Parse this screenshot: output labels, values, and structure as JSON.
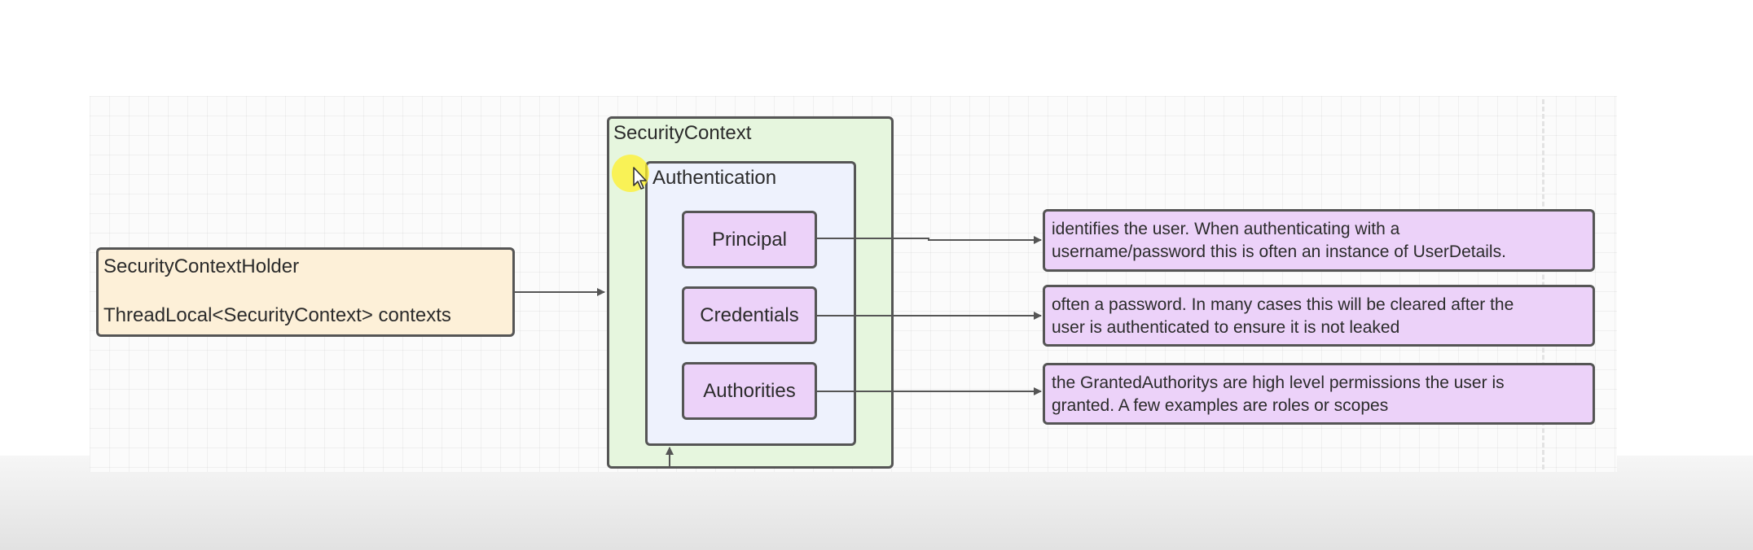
{
  "diagram": {
    "holder": {
      "title": "SecurityContextHolder",
      "field": "ThreadLocal<SecurityContext> contexts"
    },
    "security_context": {
      "title": "SecurityContext"
    },
    "authentication": {
      "title": "Authentication"
    },
    "items": [
      {
        "label": "Principal"
      },
      {
        "label": "Credentials"
      },
      {
        "label": "Authorities"
      }
    ],
    "notes": [
      {
        "line1": "identifies the user. When authenticating with a",
        "line2": "username/password this is often an instance of UserDetails."
      },
      {
        "line1": "often a password. In many cases this will be cleared after the",
        "line2": "user is authenticated to ensure it is not leaked"
      },
      {
        "line1": "the GrantedAuthoritys are high level permissions the user is",
        "line2": "granted. A few examples are roles or scopes"
      }
    ],
    "colors": {
      "holder_fill": "#fdf0d8",
      "context_fill": "#e6f6de",
      "authentication_fill": "#eef2fd",
      "item_fill": "#ecd2f9",
      "border": "#555555"
    }
  }
}
